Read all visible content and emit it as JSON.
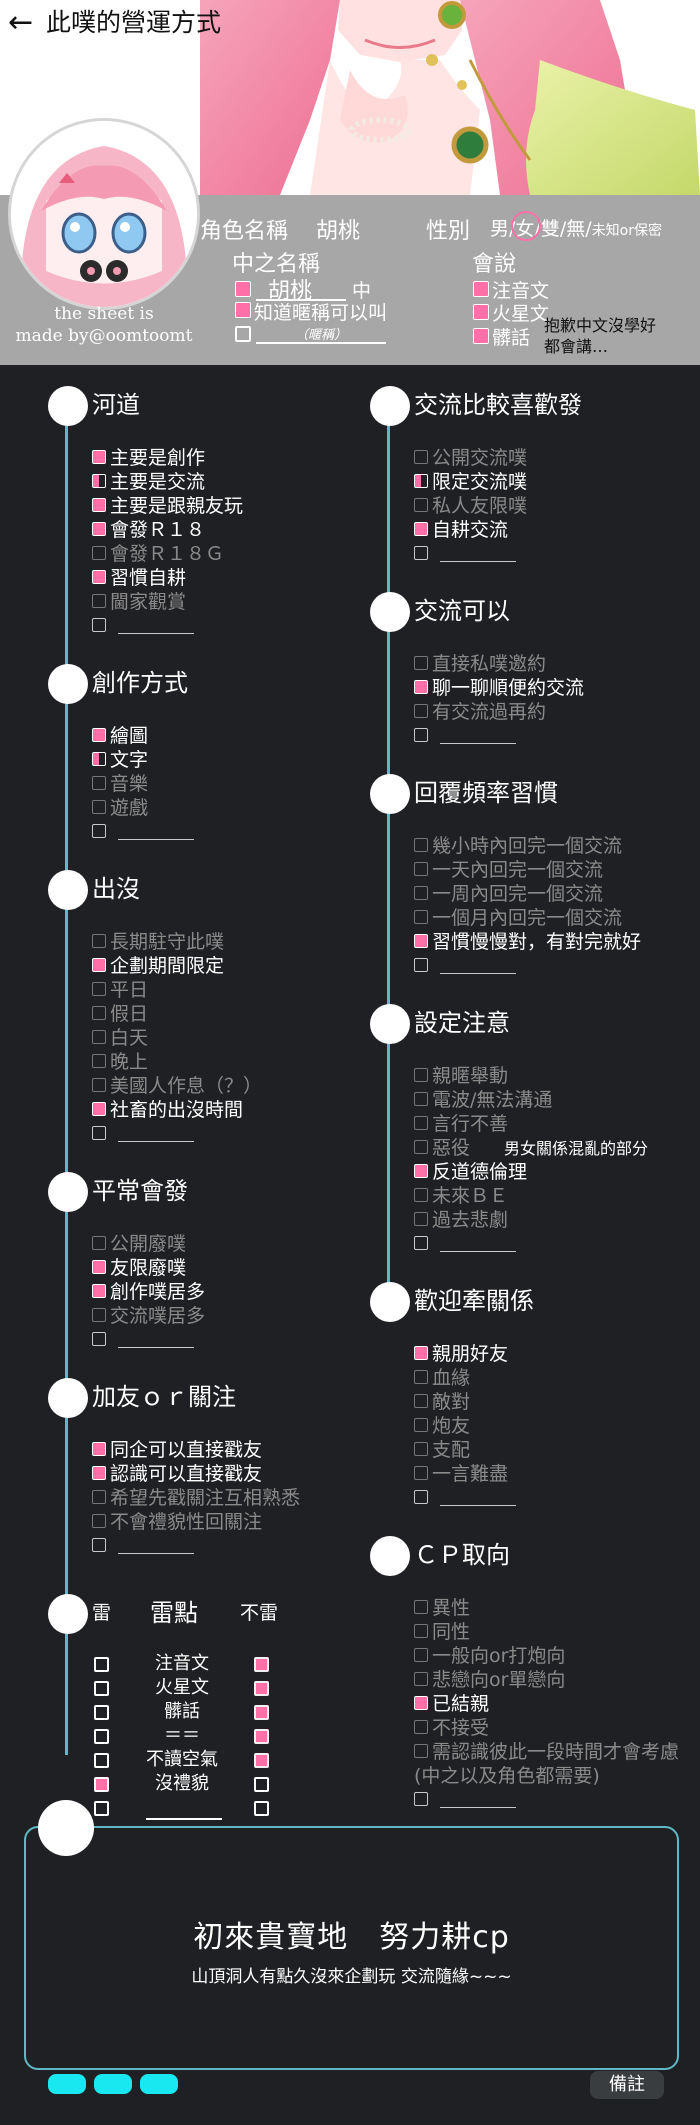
{
  "header": {
    "back_arrow": "←",
    "title": "此噗的營運方式",
    "credit_line1": "the sheet is",
    "credit_line2": "made by@oomtoomt",
    "role_name_label": "角色名稱",
    "role_name_value": "胡桃",
    "gender_label": "性別",
    "gender_male": "男",
    "gender_slash1": "/",
    "gender_female": "女",
    "gender_slash2": "/",
    "gender_both": "雙",
    "gender_slash3": "/",
    "gender_none": "無",
    "gender_slash4": "/",
    "gender_unknown": "未知or保密",
    "inner_name_label": "中之名稱",
    "inner_name_value": "胡桃",
    "inner_name_suffix": "中",
    "nickname_ok": "知道暱稱可以叫",
    "nickname_hint": "（暱稱）",
    "speech_label": "會說",
    "speech_options": [
      "注音文",
      "火星文",
      "髒話"
    ],
    "speech_note_line1": "抱歉中文沒學好",
    "speech_note_line2": "都會講…"
  },
  "left_sections": [
    {
      "title": "河道",
      "items": [
        {
          "label": "主要是創作",
          "state": "on"
        },
        {
          "label": "主要是交流",
          "state": "half"
        },
        {
          "label": "主要是跟親友玩",
          "state": "on"
        },
        {
          "label": "會發Ｒ１８",
          "state": "on"
        },
        {
          "label": "會發Ｒ１８Ｇ",
          "state": "off"
        },
        {
          "label": "習慣自耕",
          "state": "on"
        },
        {
          "label": "閫家觀賞",
          "state": "off"
        },
        {
          "label": "",
          "state": "blank"
        }
      ]
    },
    {
      "title": "創作方式",
      "items": [
        {
          "label": "繪圖",
          "state": "on"
        },
        {
          "label": "文字",
          "state": "half"
        },
        {
          "label": "音樂",
          "state": "off"
        },
        {
          "label": "遊戲",
          "state": "off"
        },
        {
          "label": "",
          "state": "blank"
        }
      ]
    },
    {
      "title": "出沒",
      "items": [
        {
          "label": "長期駐守此噗",
          "state": "off"
        },
        {
          "label": "企劃期間限定",
          "state": "on"
        },
        {
          "label": "平日",
          "state": "off"
        },
        {
          "label": "假日",
          "state": "off"
        },
        {
          "label": "白天",
          "state": "off"
        },
        {
          "label": "晚上",
          "state": "off"
        },
        {
          "label": "美國人作息（？）",
          "state": "off"
        },
        {
          "label": "社畜的出沒時間",
          "state": "on"
        },
        {
          "label": "",
          "state": "blank"
        }
      ]
    },
    {
      "title": "平常會發",
      "items": [
        {
          "label": "公開廢噗",
          "state": "off"
        },
        {
          "label": "友限廢噗",
          "state": "on"
        },
        {
          "label": "創作噗居多",
          "state": "on"
        },
        {
          "label": "交流噗居多",
          "state": "off"
        },
        {
          "label": "",
          "state": "blank"
        }
      ]
    },
    {
      "title": "加友ｏｒ關注",
      "items": [
        {
          "label": "同企可以直接戳友",
          "state": "on"
        },
        {
          "label": "認識可以直接戳友",
          "state": "on"
        },
        {
          "label": "希望先戳關注互相熟悉",
          "state": "off"
        },
        {
          "label": "不會禮貌性回關注",
          "state": "off"
        },
        {
          "label": "",
          "state": "blank"
        }
      ]
    }
  ],
  "lei": {
    "title_left": "雷",
    "title_mid": "雷點",
    "title_right": "不雷",
    "rows": [
      {
        "label": "注音文",
        "left": false,
        "right": true
      },
      {
        "label": "火星文",
        "left": false,
        "right": true
      },
      {
        "label": "髒話",
        "left": false,
        "right": true
      },
      {
        "label": "＝＝",
        "left": false,
        "right": true
      },
      {
        "label": "不讀空氣",
        "left": false,
        "right": true
      },
      {
        "label": "沒禮貌",
        "left": true,
        "right": false
      },
      {
        "label": "",
        "left": false,
        "right": false
      }
    ]
  },
  "right_sections": [
    {
      "title": "交流比較喜歡發",
      "items": [
        {
          "label": "公開交流噗",
          "state": "off"
        },
        {
          "label": "限定交流噗",
          "state": "half"
        },
        {
          "label": "私人友限噗",
          "state": "off"
        },
        {
          "label": "自耕交流",
          "state": "on"
        },
        {
          "label": "",
          "state": "blank"
        }
      ]
    },
    {
      "title": "交流可以",
      "items": [
        {
          "label": "直接私噗邀約",
          "state": "off"
        },
        {
          "label": "聊一聊順便約交流",
          "state": "on"
        },
        {
          "label": "有交流過再約",
          "state": "off"
        },
        {
          "label": "",
          "state": "blank"
        }
      ]
    },
    {
      "title": "回覆頻率習慣",
      "items": [
        {
          "label": "幾小時內回完一個交流",
          "state": "off"
        },
        {
          "label": "一天內回完一個交流",
          "state": "off"
        },
        {
          "label": "一周內回完一個交流",
          "state": "off"
        },
        {
          "label": "一個月內回完一個交流",
          "state": "off"
        },
        {
          "label": "習慣慢慢對，有對完就好",
          "state": "on"
        },
        {
          "label": "",
          "state": "blank"
        }
      ]
    },
    {
      "title": "設定注意",
      "note": "男女關係混亂的部分",
      "items": [
        {
          "label": "親暱舉動",
          "state": "off"
        },
        {
          "label": "電波/無法溝通",
          "state": "off"
        },
        {
          "label": "言行不善",
          "state": "off"
        },
        {
          "label": "惡役",
          "state": "off"
        },
        {
          "label": "反道德倫理",
          "state": "on"
        },
        {
          "label": "未來ＢＥ",
          "state": "off"
        },
        {
          "label": "過去悲劇",
          "state": "off"
        },
        {
          "label": "",
          "state": "blank"
        }
      ]
    },
    {
      "title": "歡迎牽關係",
      "items": [
        {
          "label": "親朋好友",
          "state": "on"
        },
        {
          "label": "血緣",
          "state": "off"
        },
        {
          "label": "敵對",
          "state": "off"
        },
        {
          "label": "炮友",
          "state": "off"
        },
        {
          "label": "支配",
          "state": "off"
        },
        {
          "label": "一言難盡",
          "state": "off"
        },
        {
          "label": "",
          "state": "blank"
        }
      ]
    },
    {
      "title": "ＣＰ取向",
      "items": [
        {
          "label": "異性",
          "state": "off"
        },
        {
          "label": "同性",
          "state": "off"
        },
        {
          "label": "一般向or打炮向",
          "state": "off"
        },
        {
          "label": "悲戀向or單戀向",
          "state": "off"
        },
        {
          "label": "已結親",
          "state": "on"
        },
        {
          "label": "不接受",
          "state": "off"
        },
        {
          "label": "需認識彼此一段時間才會考慮",
          "state": "off"
        },
        {
          "label": "(中之以及角色都需要)",
          "state": "cont"
        },
        {
          "label": "",
          "state": "blank"
        }
      ]
    }
  ],
  "remark": {
    "title": "初來貴寶地　努力耕cp",
    "subtitle": "山頂洞人有點久沒來企劃玩 交流隨緣~~~",
    "tab_label": "備註"
  },
  "colors": {
    "background": "#1f2023",
    "accent_line": "#5fb8c6",
    "checked": "#ff6fa8",
    "header_band": "#a7a7a7",
    "pill": "#1ae8f0"
  }
}
